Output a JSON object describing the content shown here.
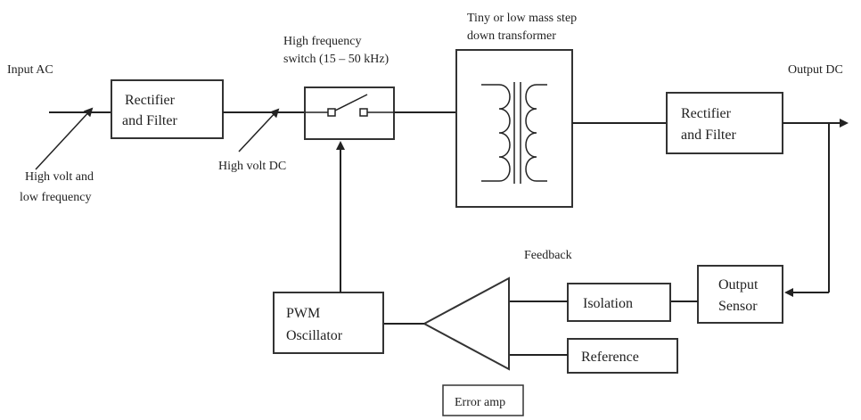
{
  "labels": {
    "input_ac": "Input AC",
    "output_dc": "Output DC",
    "high_volt_low_freq_line1": "High volt and",
    "high_volt_low_freq_line2": "low frequency",
    "high_volt_dc": "High volt DC",
    "hf_switch_line1": "High frequency",
    "hf_switch_line2": "switch (15 – 50 kHz)",
    "transformer_line1": "Tiny or low mass step",
    "transformer_line2": "down transformer",
    "feedback": "Feedback"
  },
  "blocks": {
    "rectifier_in_line1": "Rectifier",
    "rectifier_in_line2": "and Filter",
    "rectifier_out_line1": "Rectifier",
    "rectifier_out_line2": "and Filter",
    "pwm_line1": "PWM",
    "pwm_line2": "Oscillator",
    "isolation": "Isolation",
    "output_sensor_line1": "Output",
    "output_sensor_line2": "Sensor",
    "reference": "Reference",
    "error_amp": "Error amp"
  }
}
